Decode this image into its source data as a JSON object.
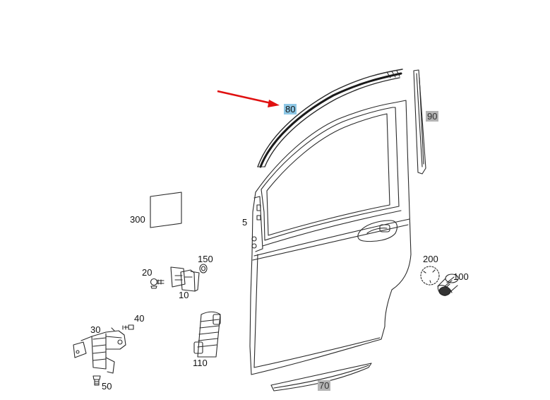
{
  "diagram": {
    "parts": [
      {
        "id": "80",
        "label": "80",
        "highlight": "blue"
      },
      {
        "id": "90",
        "label": "90",
        "highlight": "gray"
      },
      {
        "id": "300",
        "label": "300",
        "highlight": "none"
      },
      {
        "id": "5",
        "label": "5",
        "highlight": "none"
      },
      {
        "id": "150",
        "label": "150",
        "highlight": "none"
      },
      {
        "id": "20",
        "label": "20",
        "highlight": "none"
      },
      {
        "id": "10",
        "label": "10",
        "highlight": "none"
      },
      {
        "id": "200",
        "label": "200",
        "highlight": "none"
      },
      {
        "id": "100",
        "label": "100",
        "highlight": "none"
      },
      {
        "id": "40",
        "label": "40",
        "highlight": "none"
      },
      {
        "id": "30",
        "label": "30",
        "highlight": "none"
      },
      {
        "id": "110",
        "label": "110",
        "highlight": "none"
      },
      {
        "id": "50",
        "label": "50",
        "highlight": "none"
      },
      {
        "id": "70",
        "label": "70",
        "highlight": "gray"
      }
    ],
    "colors": {
      "line": "#2a2a2a",
      "arrow": "#e01010",
      "highlight_blue": "#8ec8e6",
      "highlight_gray": "#b4b4b4"
    }
  }
}
